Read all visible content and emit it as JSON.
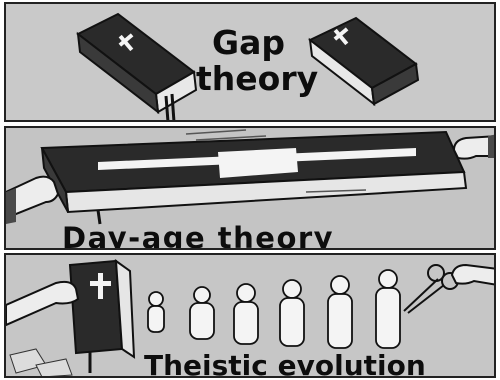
{
  "panels": [
    {
      "caption_line1": "Gap",
      "caption_line2": "theory"
    },
    {
      "caption": "Day-age theory"
    },
    {
      "caption": "Theistic evolution"
    }
  ],
  "icons": [
    "cross-icon",
    "bible-icon",
    "hand-icon",
    "scissors-icon",
    "human-cutout-icon"
  ],
  "colors": {
    "background": "#c8c8c8",
    "ink": "#111111",
    "paper": "#ffffff"
  }
}
